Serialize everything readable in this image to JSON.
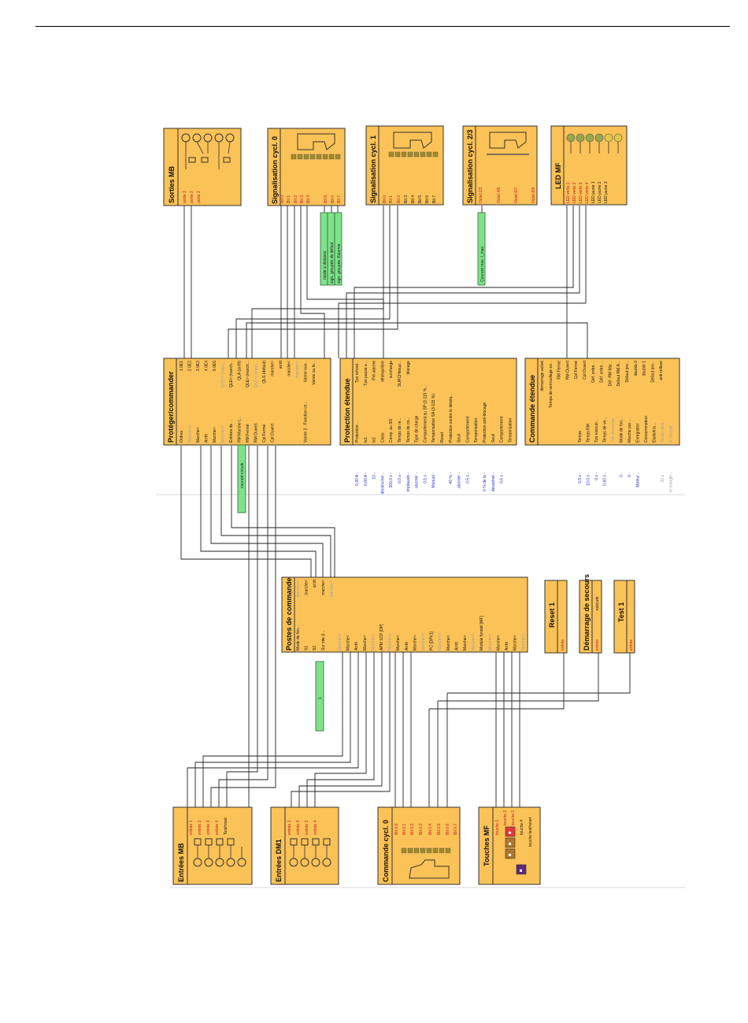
{
  "blocks": {
    "sorties_mb": {
      "title": "Sorties MB",
      "ports": [
        "porte 1",
        "porte 2",
        "porte 3"
      ]
    },
    "signal_cycl0": {
      "title": "Signalisation cycl. 0",
      "ports": [
        "Bit 0",
        "Bit 1",
        "Bit 2",
        "Bit 3",
        "Bit 4",
        "Bit 5",
        "Bit 6",
        "Bit 7"
      ]
    },
    "signal_cycl1": {
      "title": "Signalisation cycl. 1",
      "ports": [
        "Bit 0",
        "Bit 1",
        "Bit 2",
        "Bit 3",
        "Bit 4",
        "Bit 5",
        "Bit 6",
        "Bit 7"
      ]
    },
    "signal_cycl23": {
      "title": "Signalisation cycl. 2/3",
      "ports": [
        "Octet 2/3",
        "Octet 4/5",
        "Octet 6/7",
        "Octet 8/9"
      ]
    },
    "led_mf": {
      "title": "LED MF",
      "ports": [
        "LED verte 1",
        "LED verte 2",
        "LED verte 3",
        "LED verte 4",
        "LED jaune 1",
        "LED jaune 2",
        "LED jaune 3"
      ]
    },
    "proteger": {
      "title": "Protéger/commander",
      "left_ports": [
        "Ordres",
        "Marche<<",
        "Marche<",
        "Arrêt",
        "Marche>",
        "Marche>>",
        "Entrées de ...",
        "RM Marche (...",
        "RM Fermé",
        "RM Ouvert",
        "Cpl Fermé",
        "Cpl Ouvert",
        "",
        "",
        "",
        "Vanne 2 - Fonction ce..."
      ],
      "right_ports": [
        "1 0E1",
        "2 0E2",
        "3 0E3",
        "4 0E4",
        "5 0E5",
        "QLE<< (marc...",
        "QLE< (march...",
        "QLA (arrêt)",
        "QLE> (march...",
        "QLE>> (marc...",
        "QLS (défaut)",
        "marche>",
        "arrêt",
        "marche<",
        "marche>>",
        "Vanne ouv...",
        "Vanne ou fe..."
      ]
    },
    "protection_etendue": {
      "title": "Protection étendue",
      "left_ports": [
        "0,30 A -",
        "0,60 A -",
        "10 -",
        "déclencher -",
        "300,0 s -",
        "0,0 s -",
        "Implausib -",
        "alarmer -",
        "0,5 s -",
        "Manuel -",
        "",
        "40 % -",
        "alarmer -",
        "0,5 s -",
        "",
        "0 % de la -",
        "désactivé -",
        "0,6 s -"
      ],
      "mid_ports": [
        "Protection ...",
        "Ie1",
        "Ie2",
        "Class",
        "Comp. au SO",
        "Temps de re...",
        "Temps de co...",
        "Type de charge",
        "Comportement au SP (3-115 %...",
        "Temporisation SA (3-115 %)",
        "Reset",
        "Protection contre le déséq...",
        "Seuil",
        "Comportement",
        "Temporisation",
        "Protection anti-blocage",
        "Seuil",
        "Comportement",
        "Temporisation"
      ],
      "right_ports": [
        "Tps refroid...",
        "Tps pause e...",
        "Pré-alarme",
        "déséquilibre",
        "surcharge",
        "SURCHéoup...",
        "blocage"
      ]
    },
    "commande_etendue": {
      "title": "Commande étendue",
      "left_ports": [
        "0,5 s -",
        "10,0 s -",
        "0 s -",
        "0,60 s -",
        "",
        "0 -",
        "0 -",
        "Moteur -",
        "",
        "",
        "20 s -",
        "le mangle -"
      ],
      "mid_ports": [
        "Temps",
        "Temps RM",
        "Tps exécuti...",
        "Temps de ve...",
        "Tps vis.pause",
        "Mode de fon...",
        "Marche par ...",
        "Enregistrer",
        "Consommateur",
        "Etoile/tria...",
        "Temps étoil...",
        "le mangle..."
      ],
      "right_ports": [
        "démarrage activé",
        "Temps de verrouillage ex...",
        "RM Fermé",
        "RM Ouvert",
        "Cpl Fermé",
        "Cpl Ouvert",
        "Déf. ordre ...",
        "Déf. ordre ...",
        "Déf. RM Mar...",
        "Défaut RM A...",
        "Défaut pro...",
        "double 0",
        "double 1",
        "Défaut pro...",
        "anti-reflexe"
      ]
    },
    "postes": {
      "title": "Postes de commande",
      "left_ports": [
        "Mode de fon...",
        "S1",
        "S2",
        "Sur site (l...",
        "",
        "Marche<<",
        "Marche<",
        "Arrêt",
        "Marche>",
        "Marche>>",
        "APM SCP [DP]",
        "Marche<<",
        "Marche<",
        "Arrêt",
        "Marche>",
        "Marche>>",
        "PC [DPV1]",
        "Marche<<",
        "Marche<",
        "Arrêt",
        "Marche>",
        "Marche>>",
        "Module fonctel [MF]",
        "Marche<<",
        "Marche<",
        "Arrêt",
        "Marche>",
        "Marche>>"
      ],
      "right_ports": [
        "marche<<",
        "marche<",
        "arrêt",
        "marche>",
        "marche>>"
      ]
    },
    "reset": {
      "title": "Reset 1",
      "ports": [
        "entrée"
      ]
    },
    "demarrage": {
      "title": "Démarrage de secours",
      "ports": [
        "entrée"
      ],
      "right_port": "exécuté"
    },
    "test": {
      "title": "Test 1",
      "ports": [
        "entrée"
      ]
    },
    "entrees_mb": {
      "title": "Entrées MB",
      "ports": [
        "entrée 1",
        "entrée 2",
        "entrée 3",
        "entrée 4",
        "Test/reset"
      ]
    },
    "entrees_dm1": {
      "title": "Entrées DM1",
      "ports": [
        "entrée 1",
        "entrée 2",
        "entrée 3",
        "entrée 4"
      ]
    },
    "commande_cycl0": {
      "title": "Commande cycl. 0",
      "ports": [
        "Bit 0.0",
        "Bit 0.1",
        "Bit 0.2",
        "Bit 0.3",
        "Bit 0.4",
        "Bit 0.5",
        "Bit 0.6",
        "Bit 0.7"
      ]
    },
    "touches_mf": {
      "title": "Touches MF",
      "ports": [
        "touche 1",
        "touche 2",
        "touche 3",
        "touche 4",
        "touche test/reset"
      ]
    }
  },
  "green_labels": {
    "signal_group": [
      "mode à distance",
      "sign. groupée de défaut",
      "sign. groupée d'alarme"
    ],
    "courant_max": "Courant max. I_max",
    "courant_circule": "courant circule",
    "postes_s1": "1"
  },
  "colors": {
    "block": "#fbc257",
    "green": "#7fe28a",
    "wire": "#222222"
  }
}
